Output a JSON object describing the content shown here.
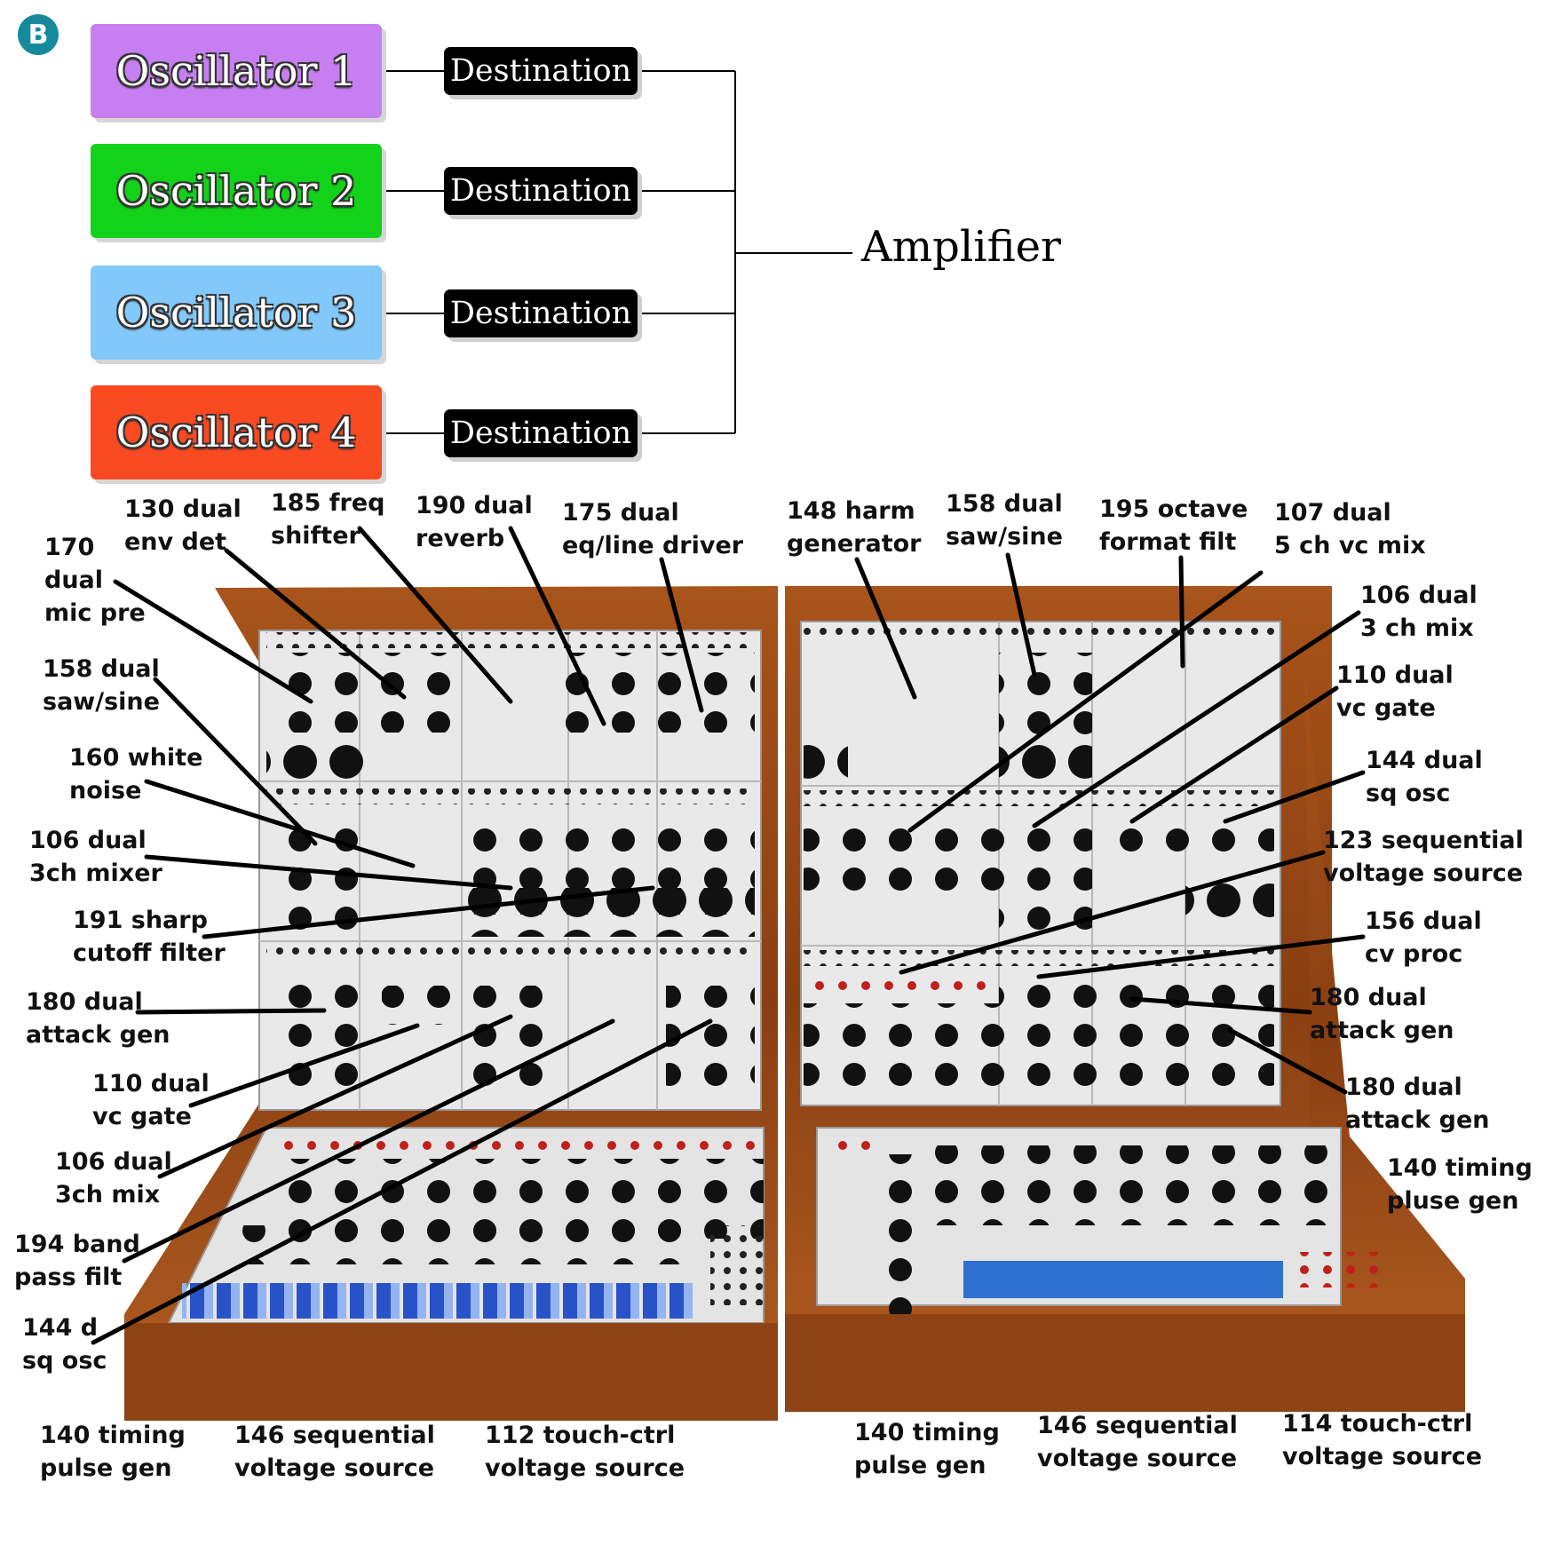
{
  "badge": "B",
  "oscillators": [
    {
      "label": "Oscillator 1",
      "color": "#c77ef0"
    },
    {
      "label": "Oscillator 2",
      "color": "#12d21a"
    },
    {
      "label": "Oscillator 3",
      "color": "#82c8fa"
    },
    {
      "label": "Oscillator 4",
      "color": "#fa4a22"
    }
  ],
  "destination_label": "Destination",
  "amplifier_label": "Amplifier",
  "labels": [
    "130 dual\nenv det",
    "185 freq\nshifter",
    "190 dual\nreverb",
    "175 dual\neq/line driver",
    "148 harm\ngenerator",
    "158 dual\nsaw/sine",
    "195 octave\nformat filt",
    "107 dual\n5 ch vc mix",
    "170\ndual\nmic pre",
    "158 dual\nsaw/sine",
    "160 white\nnoise",
    "106 dual\n3ch mixer",
    "191 sharp\ncutoff filter",
    "180 dual\nattack gen",
    "110 dual\nvc gate",
    "106 dual\n3ch mix",
    "194 band\npass filt",
    "144 d\nsq osc",
    "106 dual\n3 ch mix",
    "110 dual\nvc gate",
    "144 dual\nsq osc",
    "123 sequential\nvoltage source",
    "156 dual\ncv proc",
    "180 dual\nattack gen",
    "180 dual\nattack gen",
    "140 timing\npluse gen",
    "140 timing\npulse gen",
    "146 sequential\nvoltage source",
    "112 touch-ctrl\nvoltage source",
    "140 timing\npulse gen",
    "146 sequential\nvoltage source",
    "114 touch-ctrl\nvoltage source"
  ]
}
